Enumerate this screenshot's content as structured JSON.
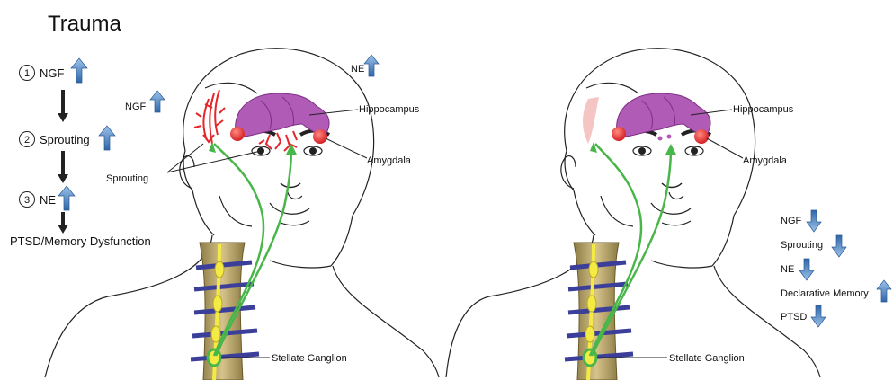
{
  "title": "Trauma",
  "steps": [
    {
      "number": "1",
      "label": "NGF",
      "arrow": "up"
    },
    {
      "number": "2",
      "label": "Sprouting",
      "arrow": "up"
    },
    {
      "number": "3",
      "label": "NE",
      "arrow": "up"
    }
  ],
  "outcome": "PTSD/Memory Dysfunction",
  "left_panel": {
    "ngf_label": "NGF",
    "ne_label": "NE",
    "hippocampus_label": "Hippocampus",
    "amygdala_label": "Amygdala",
    "sprouting_label": "Sprouting",
    "ganglion_label": "Stellate Ganglion"
  },
  "right_panel": {
    "hippocampus_label": "Hippocampus",
    "amygdala_label": "Amygdala",
    "ganglion_label": "Stellate Ganglion",
    "effects": [
      {
        "label": "NGF",
        "arrow": "down"
      },
      {
        "label": "Sprouting",
        "arrow": "down"
      },
      {
        "label": "NE",
        "arrow": "down"
      },
      {
        "label": "Declarative Memory",
        "arrow": "up"
      },
      {
        "label": "PTSD",
        "arrow": "down"
      }
    ]
  },
  "colors": {
    "arrow_blue": "#3f78b7",
    "arrow_blue_light": "#8fb6e0",
    "nerve_green": "#49b649",
    "hippocampus_purple": "#b05bb5",
    "amygdala_red": "#e4262b",
    "sprouting_red": "#e4262b",
    "spine_tan": "#c2ac72",
    "disc_blue": "#3c3f9a",
    "chain_yellow": "#f4ea44"
  }
}
